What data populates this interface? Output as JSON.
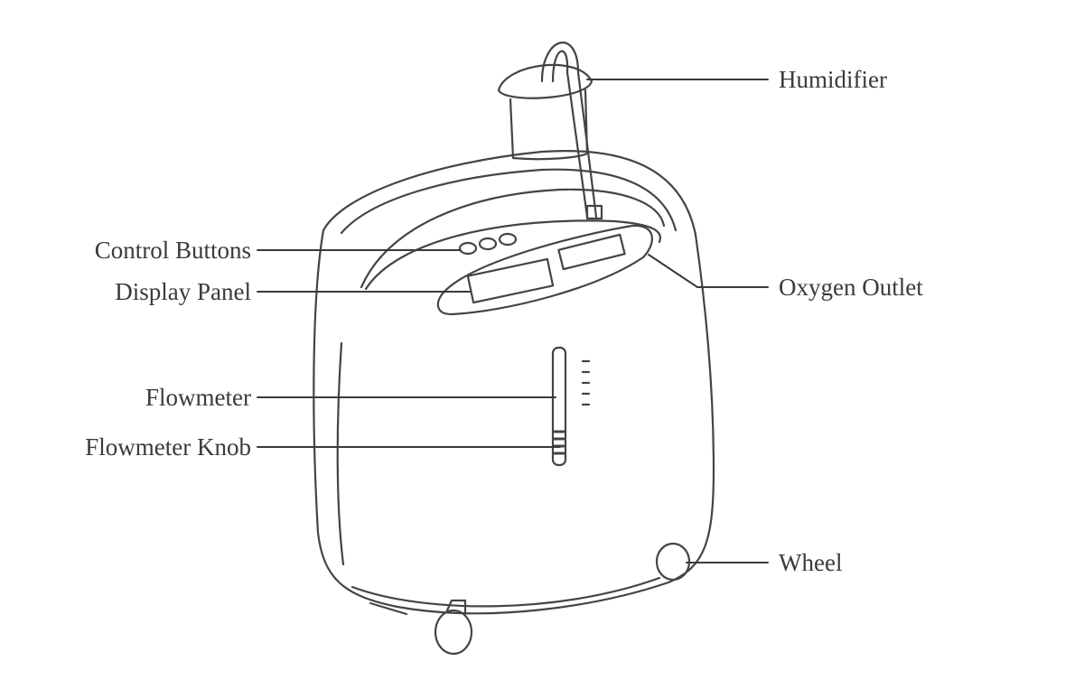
{
  "labels": {
    "humidifier": "Humidifier",
    "control_buttons": "Control Buttons",
    "display_panel": "Display Panel",
    "oxygen_outlet": "Oxygen Outlet",
    "flowmeter": "Flowmeter",
    "flowmeter_knob": "Flowmeter Knob",
    "wheel": "Wheel"
  },
  "colors": {
    "line": "#3a3a3a"
  }
}
